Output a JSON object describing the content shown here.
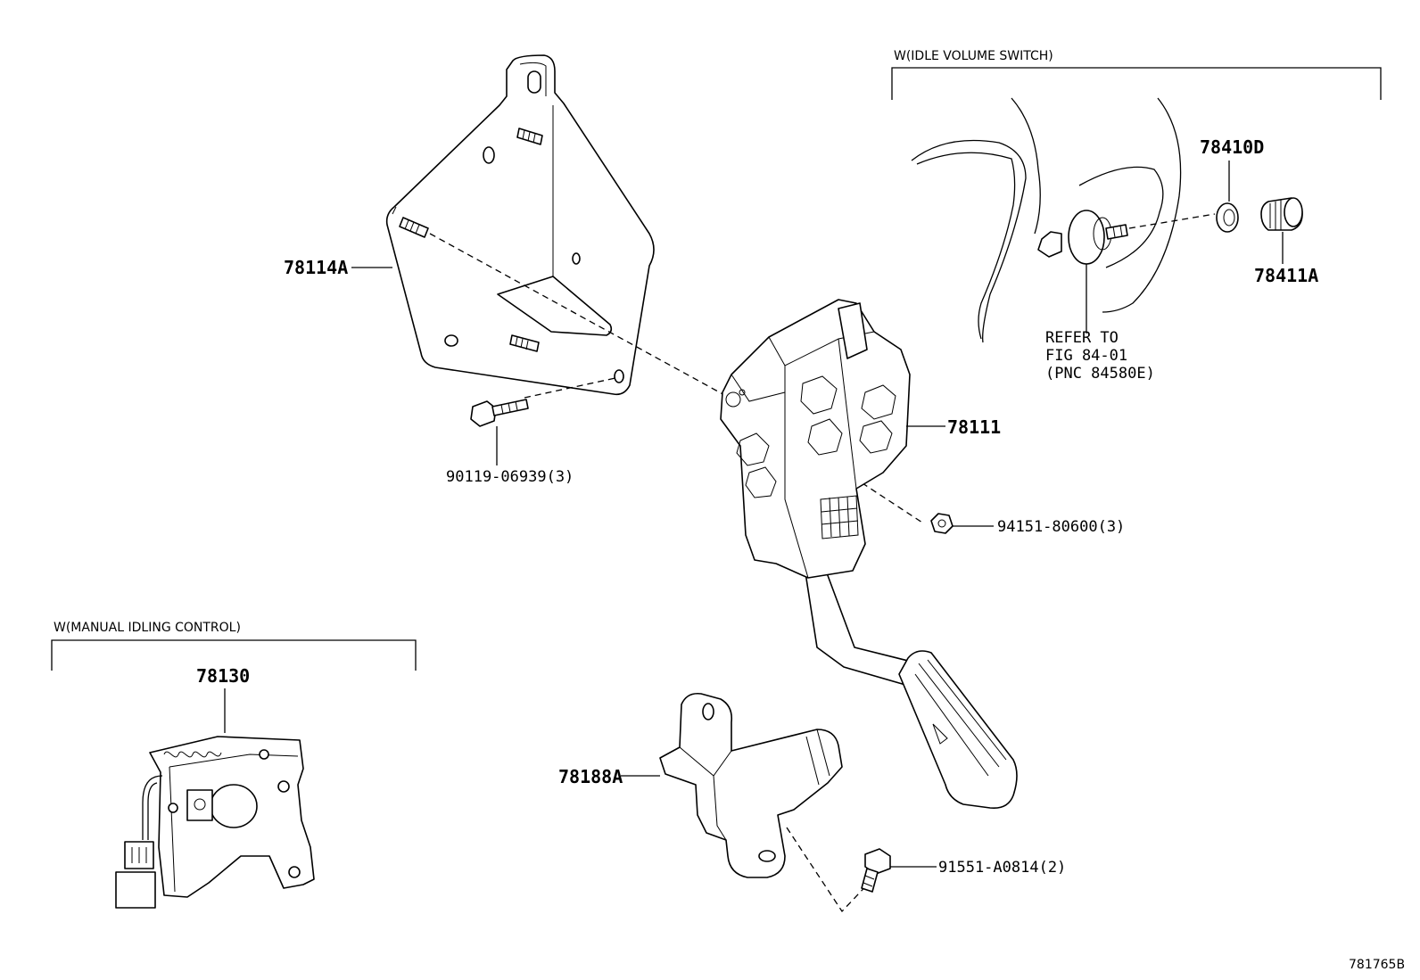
{
  "section_headers": {
    "idle_volume": "W(IDLE VOLUME SWITCH)",
    "manual_idle": "W(MANUAL IDLING CONTROL)"
  },
  "parts": {
    "p78114A": "78114A",
    "p90119": "90119-06939(3)",
    "p78111": "78111",
    "p94151": "94151-80600(3)",
    "p78410D": "78410D",
    "p78411A": "78411A",
    "p78130": "78130",
    "p78188A": "78188A",
    "p91551": "91551-A0814(2)"
  },
  "refer_note": {
    "line1": "REFER TO",
    "line2": "FIG 84-01",
    "line3": "(PNC 84580E)"
  },
  "figure_id": "781765B"
}
